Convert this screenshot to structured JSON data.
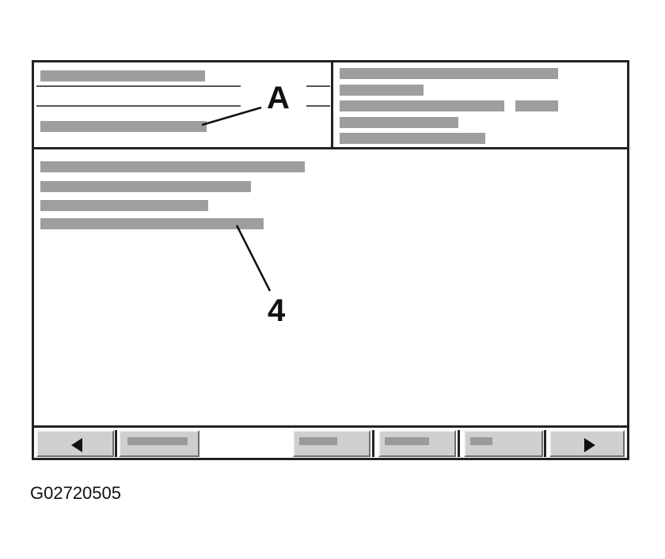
{
  "callouts": {
    "a_label": "A",
    "four_label": "4"
  },
  "figure_id": "G02720505",
  "icons": {
    "left": "left-arrow-icon",
    "right": "right-arrow-icon"
  }
}
